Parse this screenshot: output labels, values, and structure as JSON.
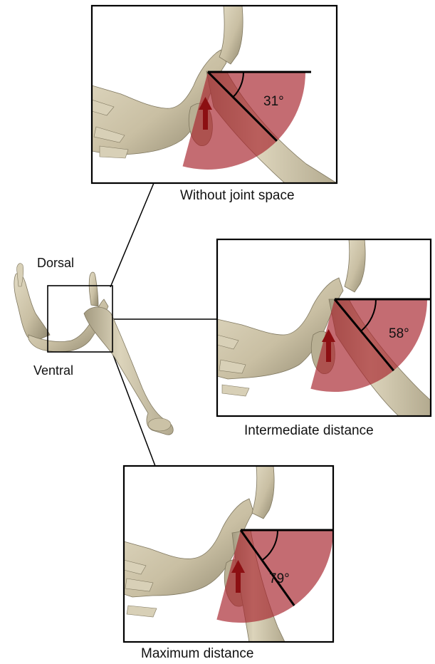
{
  "orientation": {
    "dorsal": "Dorsal",
    "ventral": "Ventral"
  },
  "panels": [
    {
      "id": "top",
      "caption": "Without joint space",
      "angle_label": "31°",
      "angle_deg": 31
    },
    {
      "id": "middle",
      "caption": "Intermediate distance",
      "angle_label": "58°",
      "angle_deg": 58
    },
    {
      "id": "bottom",
      "caption": "Maximum distance",
      "angle_label": "79°",
      "angle_deg": 79
    }
  ],
  "colors": {
    "bone": "#cfc6ad",
    "bone_shadow": "#8a826b",
    "sector_fill": "#a8272f",
    "arrow": "#8c0f12",
    "frame": "#000000"
  }
}
